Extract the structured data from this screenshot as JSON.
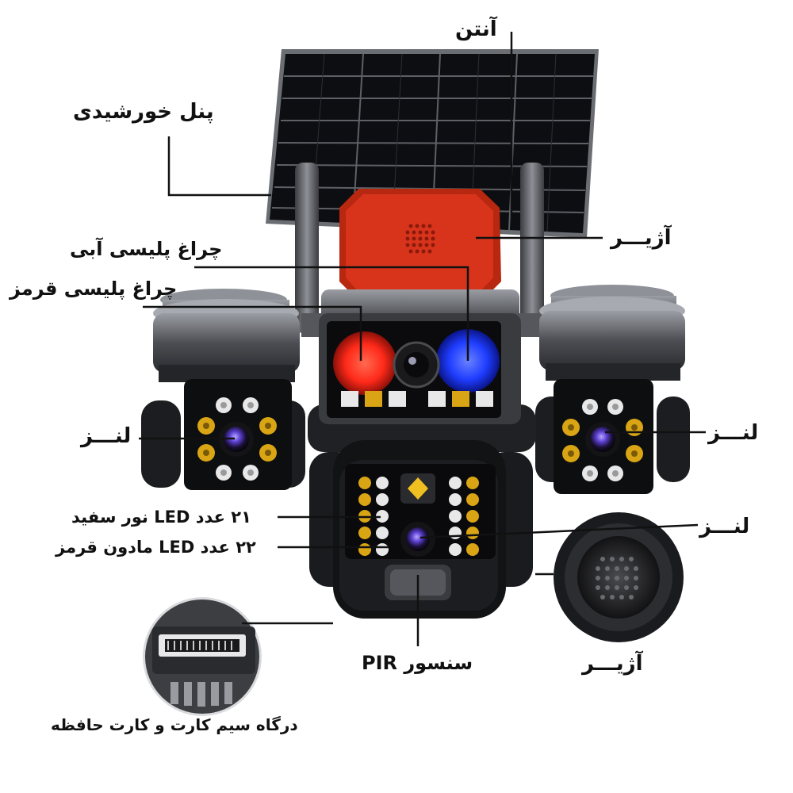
{
  "labels": {
    "antenna": "آنتن",
    "solar_panel": "پنل خورشیدی",
    "siren_top": "آژیـــر",
    "police_light_blue": "چراغ پلیسی آبی",
    "police_light_red": "چراغ پلیسی قرمز",
    "lens_left": "لنـــز",
    "lens_right": "لنـــز",
    "lens_center": "لنـــز",
    "white_led": "۲۱ عدد LED نور سفید",
    "ir_led": "۲۲ عدد LED مادون قرمز",
    "pir_sensor": "سنسور PIR",
    "siren_bottom": "آژیـــر",
    "sim_port": "درگاه سیم کارت و کارت حافظه"
  },
  "colors": {
    "leader_line": "#111111",
    "panel_frame": "#6a6d72",
    "panel_cells": "#101114",
    "siren_red": "#d8341c",
    "police_red": "#ff2a1a",
    "police_blue": "#1f3dff",
    "camera_body": "#2a2b2f",
    "led_gold": "#d9a514",
    "led_white": "#e8e8e8"
  }
}
